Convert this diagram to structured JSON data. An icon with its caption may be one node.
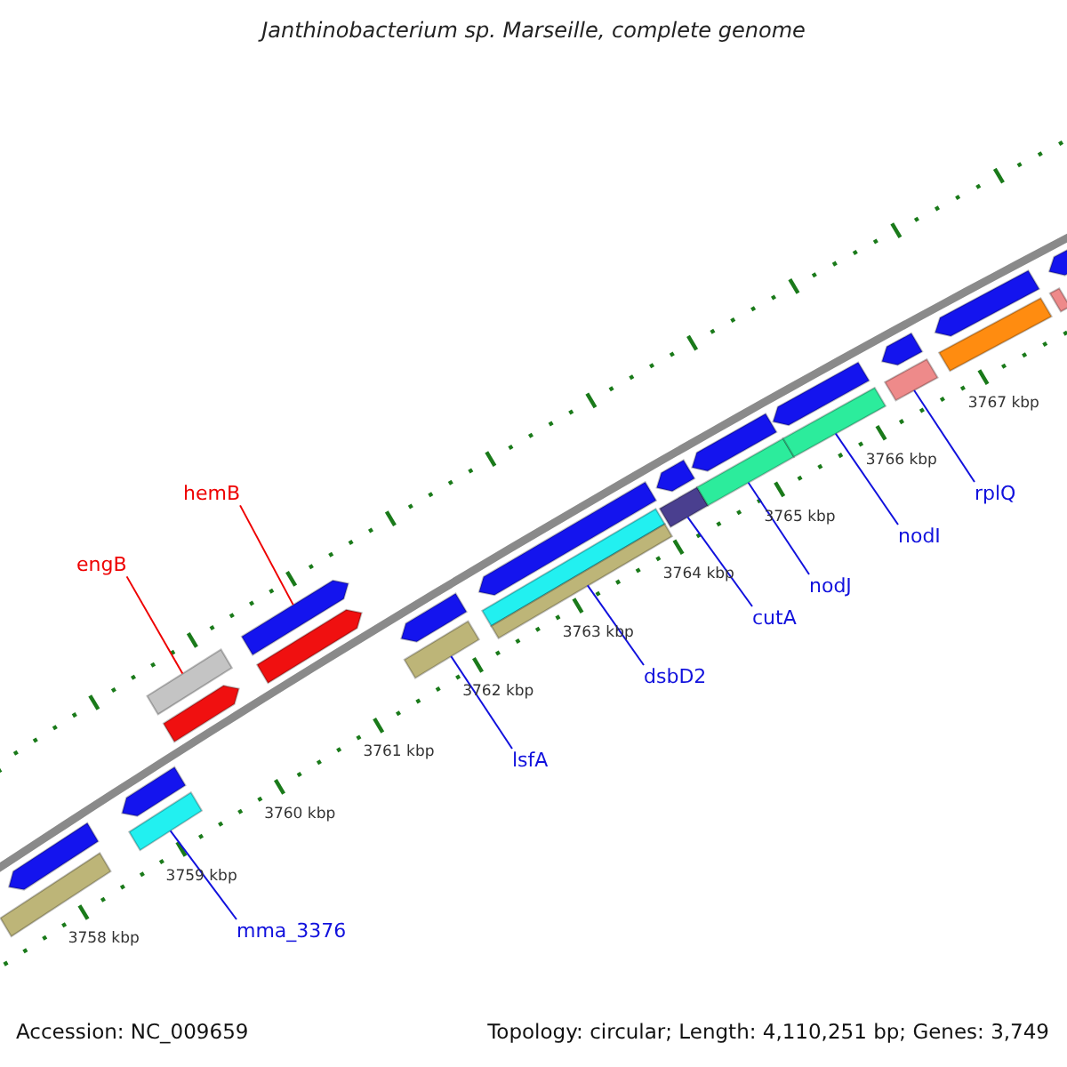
{
  "diagram": {
    "title": "Janthinobacterium sp. Marseille, complete genome",
    "nodes": [
      {
        "text": [
          "engB"
        ]
      },
      {
        "text": [
          "hemB"
        ]
      },
      {
        "text": [
          "mma_3376"
        ]
      },
      {
        "text": [
          "lsfA"
        ]
      },
      {
        "text": [
          "dsbD2"
        ]
      },
      {
        "text": [
          "cutA"
        ]
      },
      {
        "text": [
          "nodJ"
        ]
      },
      {
        "text": [
          "nodI"
        ]
      },
      {
        "text": [
          "rplQ"
        ]
      },
      {
        "text": [],
        "shape": "arrow"
      },
      {
        "text": [],
        "shape": "bar"
      },
      {
        "text": [],
        "shape": "bar"
      },
      {
        "text": [],
        "shape": "arrow"
      },
      {
        "text": [],
        "shape": "bar"
      },
      {
        "text": [],
        "shape": "arrow"
      },
      {
        "text": [],
        "shape": "arrow"
      },
      {
        "text": [],
        "shape": "arrow"
      },
      {
        "text": [],
        "shape": "bar"
      },
      {
        "text": [],
        "shape": "arrow"
      },
      {
        "text": [],
        "shape": "bar"
      },
      {
        "text": [],
        "shape": "bar"
      },
      {
        "text": [],
        "shape": "arrow"
      },
      {
        "text": [],
        "shape": "bar"
      },
      {
        "text": [],
        "shape": "arrow"
      },
      {
        "text": [],
        "shape": "bar"
      },
      {
        "text": [],
        "shape": "arrow"
      },
      {
        "text": [],
        "shape": "arrow"
      },
      {
        "text": [],
        "shape": "bar"
      },
      {
        "text": [],
        "shape": "bar"
      },
      {
        "text": [],
        "shape": "arrow"
      },
      {
        "text": [],
        "shape": "bar"
      },
      {
        "text": [],
        "shape": "arrow"
      },
      {
        "text": [],
        "shape": "bar"
      },
      {
        "text": [],
        "shape": "arrow"
      }
    ],
    "edges": [
      {
        "from": 0,
        "to": 13,
        "arrow": "none",
        "color": "#ee0000"
      },
      {
        "from": 1,
        "to": 16,
        "arrow": "none",
        "color": "#ee0000"
      },
      {
        "from": 2,
        "to": 11,
        "arrow": "none"
      },
      {
        "from": 3,
        "to": 17,
        "arrow": "none"
      },
      {
        "from": 4,
        "to": 20,
        "arrow": "none"
      },
      {
        "from": 5,
        "to": 22,
        "arrow": "none"
      },
      {
        "from": 6,
        "to": 24,
        "arrow": "none"
      },
      {
        "from": 7,
        "to": 27,
        "arrow": "none"
      },
      {
        "from": 8,
        "to": 28,
        "arrow": "none"
      }
    ],
    "labels": [
      "3758 kbp",
      "3759 kbp",
      "3760 kbp",
      "3761 kbp",
      "3762 kbp",
      "3763 kbp",
      "3764 kbp",
      "3765 kbp",
      "3766 kbp",
      "3767 kbp",
      "Accession: NC_009659",
      "Topology: circular; Length: 4,110,251 bp; Genes: 3,749"
    ]
  }
}
